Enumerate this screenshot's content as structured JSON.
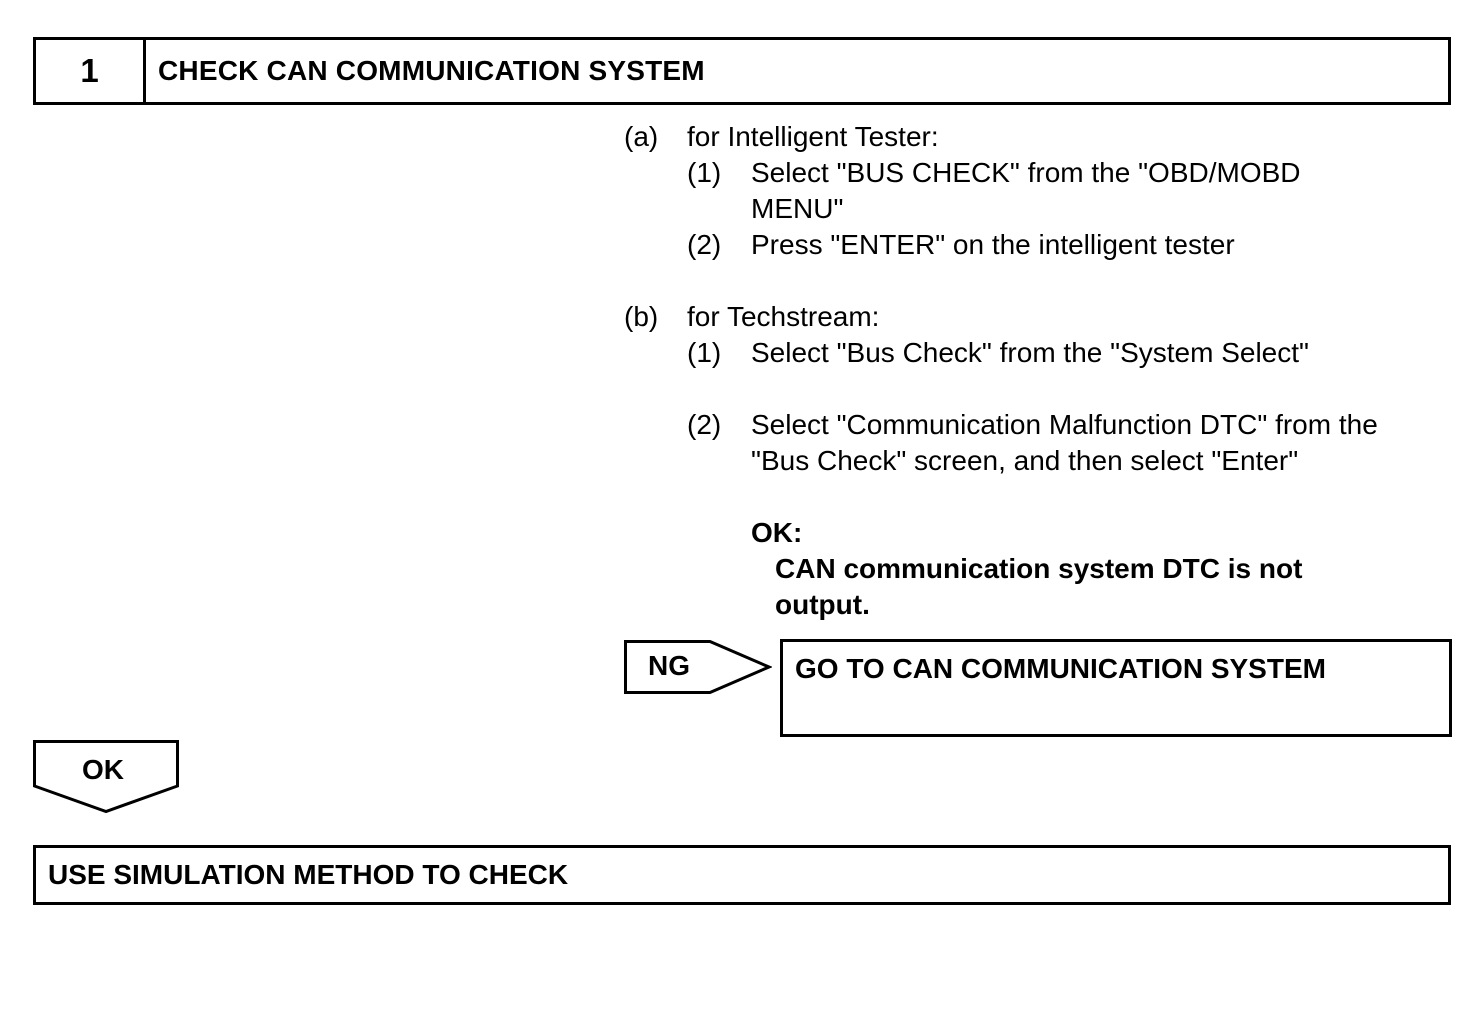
{
  "step": {
    "number": "1",
    "title": "CHECK CAN COMMUNICATION SYSTEM"
  },
  "section_a": {
    "marker": "(a)",
    "heading": "for Intelligent Tester:",
    "items": [
      {
        "marker": "(1)",
        "line1": "Select \"BUS CHECK\" from the \"OBD/MOBD",
        "line2": "MENU\""
      },
      {
        "marker": "(2)",
        "line1": "Press \"ENTER\" on the intelligent tester"
      }
    ]
  },
  "section_b": {
    "marker": "(b)",
    "heading": "for Techstream:",
    "items": [
      {
        "marker": "(1)",
        "line1": "Select \"Bus Check\" from the \"System Select\""
      },
      {
        "marker": "(2)",
        "line1": "Select \"Communication Malfunction DTC\" from the",
        "line2": "\"Bus Check\" screen, and then select \"Enter\""
      }
    ]
  },
  "ok_criteria": {
    "label": "OK:",
    "line1": "CAN communication system DTC is not",
    "line2": "output."
  },
  "ng_branch": {
    "label": "NG",
    "target": "GO TO CAN COMMUNICATION SYSTEM"
  },
  "ok_branch": {
    "label": "OK"
  },
  "final_step": {
    "title": "USE SIMULATION METHOD TO CHECK"
  }
}
